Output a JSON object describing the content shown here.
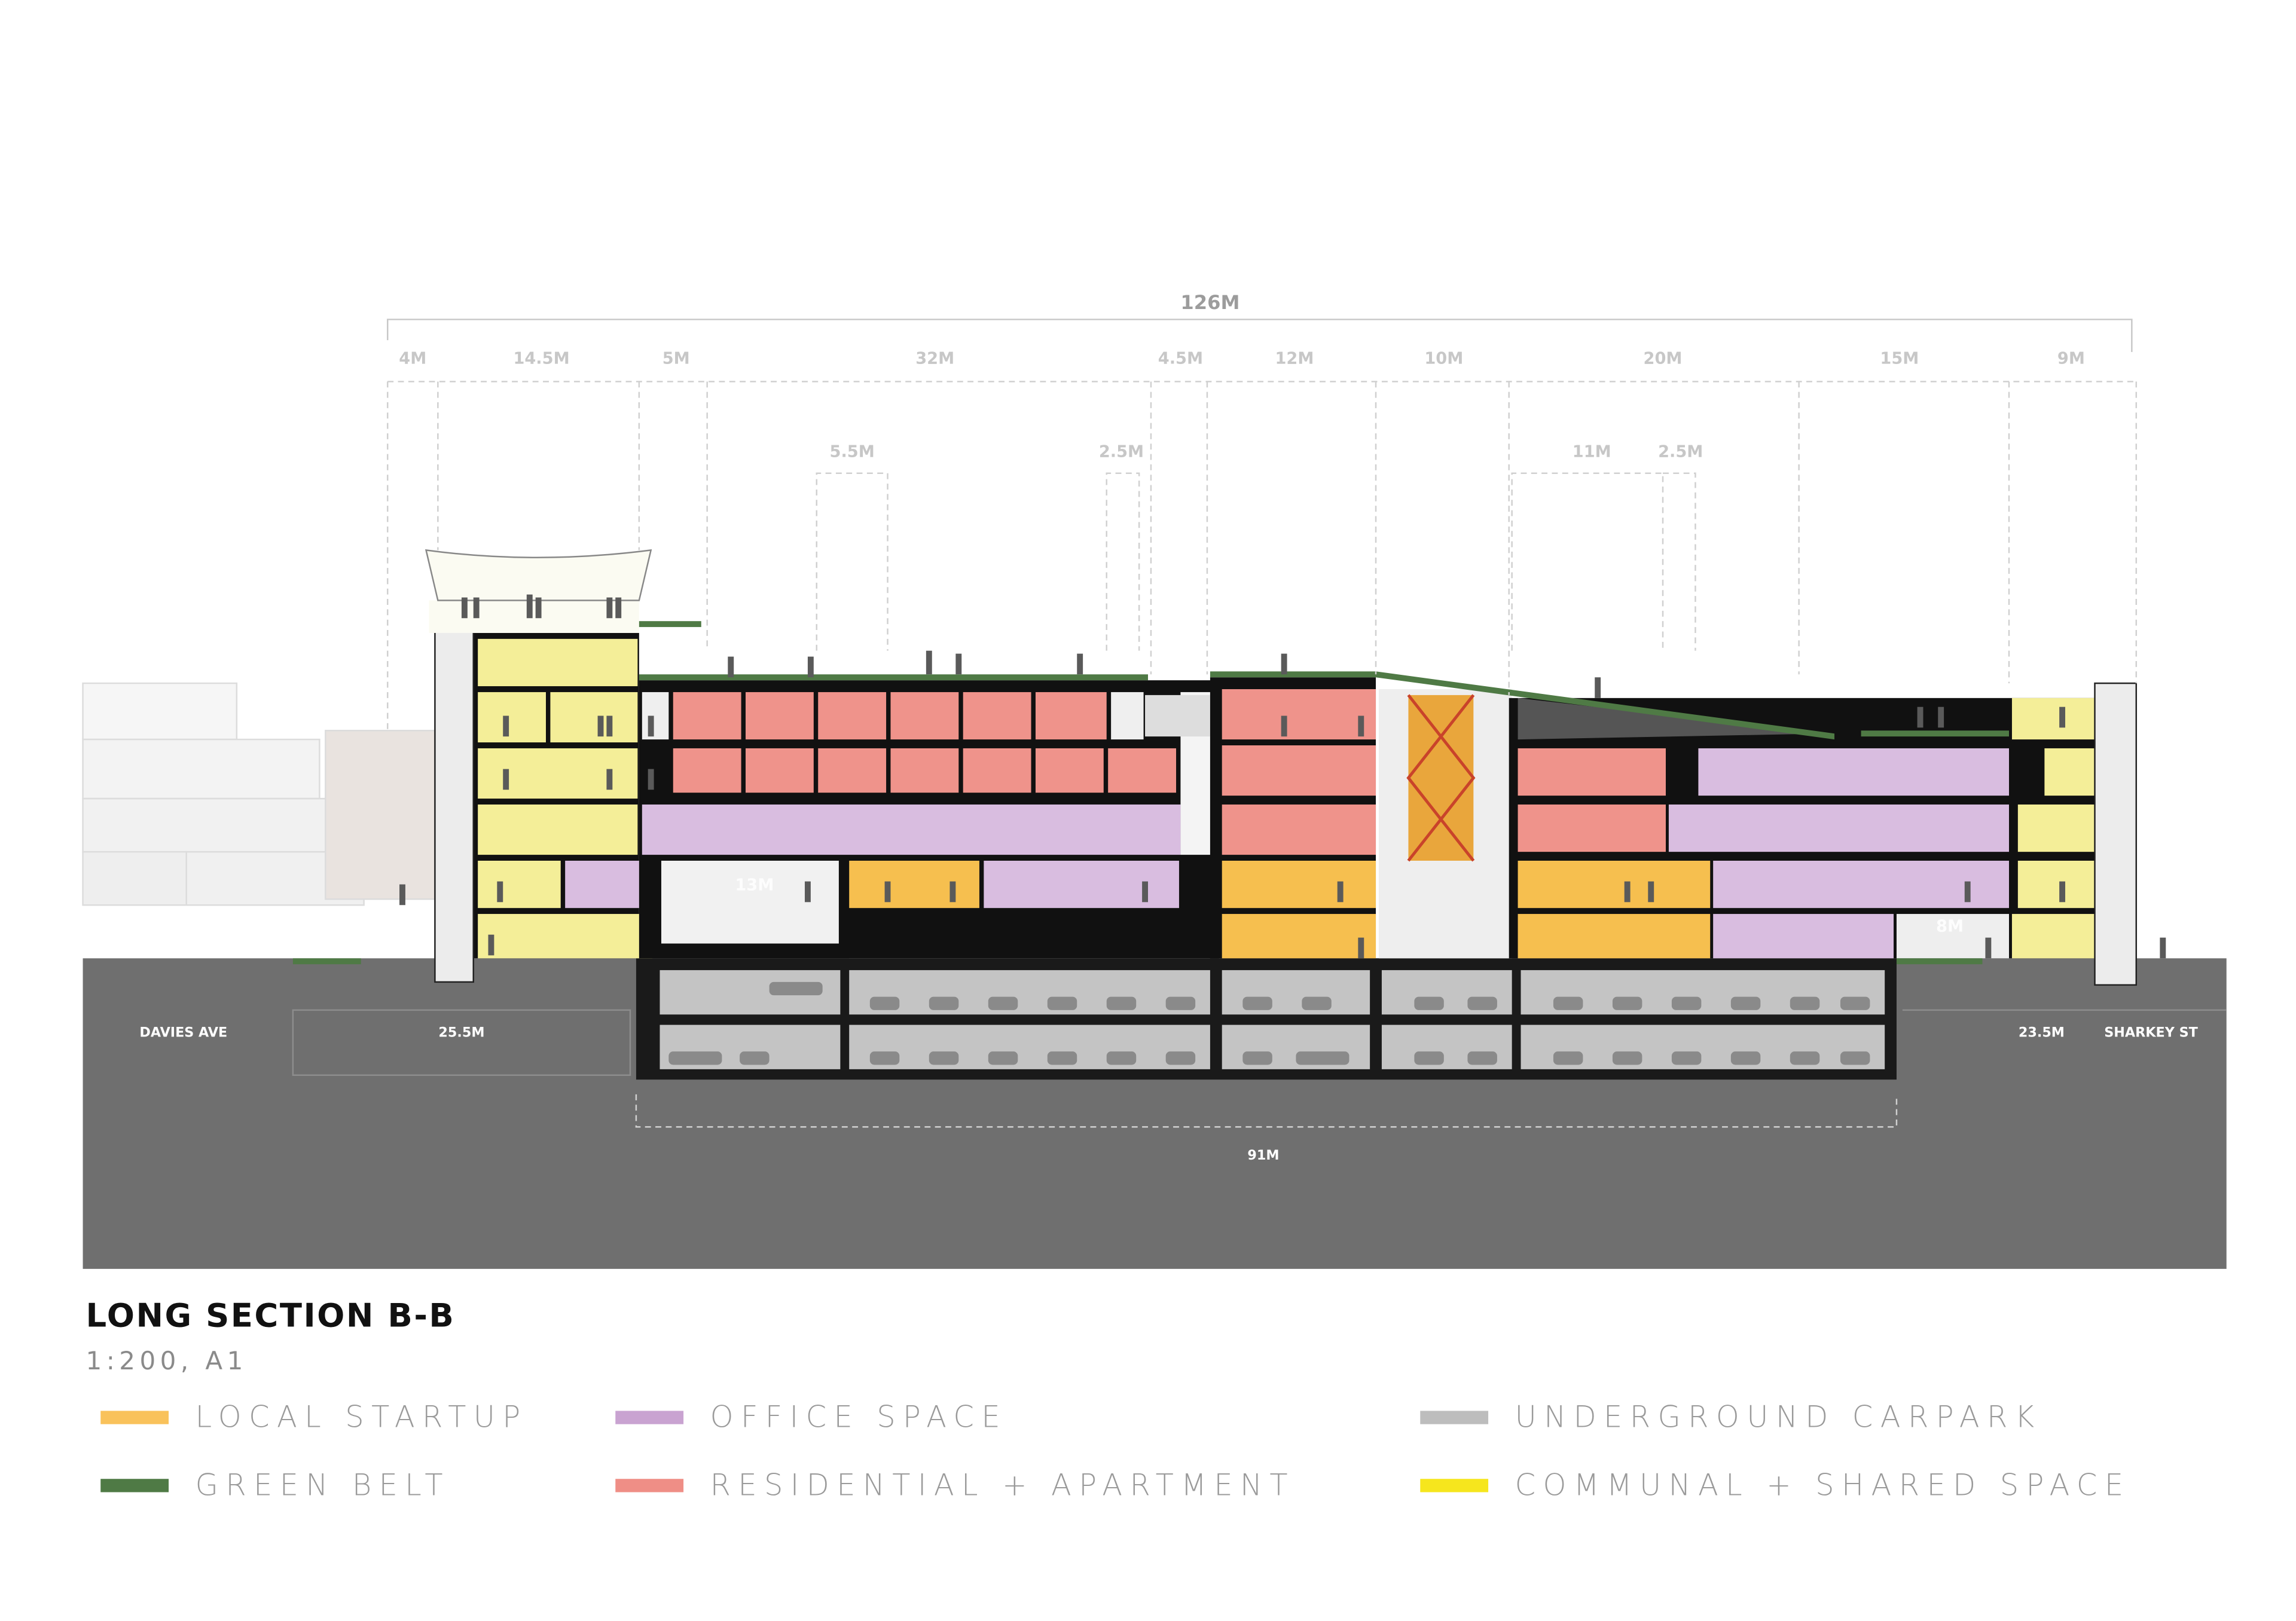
{
  "title": "LONG SECTION B-B",
  "subtitle": "1:200, A1",
  "dimensions": {
    "overall": "126M",
    "top_row": [
      "4M",
      "14.5M",
      "5M",
      "32M",
      "4.5M",
      "12M",
      "10M",
      "20M",
      "15M",
      "9M"
    ],
    "mid_row": [
      "5.5M",
      "2.5M",
      "11M",
      "2.5M"
    ],
    "inner": [
      "13M",
      "8M"
    ],
    "ground_left": "25.5M",
    "ground_right": "23.5M",
    "basement": "91M"
  },
  "streets": {
    "left": "DAVIES AVE",
    "right": "SHARKEY ST"
  },
  "legend": [
    {
      "label": "LOCAL STARTUP",
      "color": "#f9c25b"
    },
    {
      "label": "OFFICE SPACE",
      "color": "#c9a3d1"
    },
    {
      "label": "UNDERGROUND CARPARK",
      "color": "#bdbdbd"
    },
    {
      "label": "GREEN BELT",
      "color": "#4f7a45"
    },
    {
      "label": "RESIDENTIAL + APARTMENT",
      "color": "#ef8e86"
    },
    {
      "label": "COMMUNAL + SHARED SPACE",
      "color": "#f6e61d"
    }
  ]
}
